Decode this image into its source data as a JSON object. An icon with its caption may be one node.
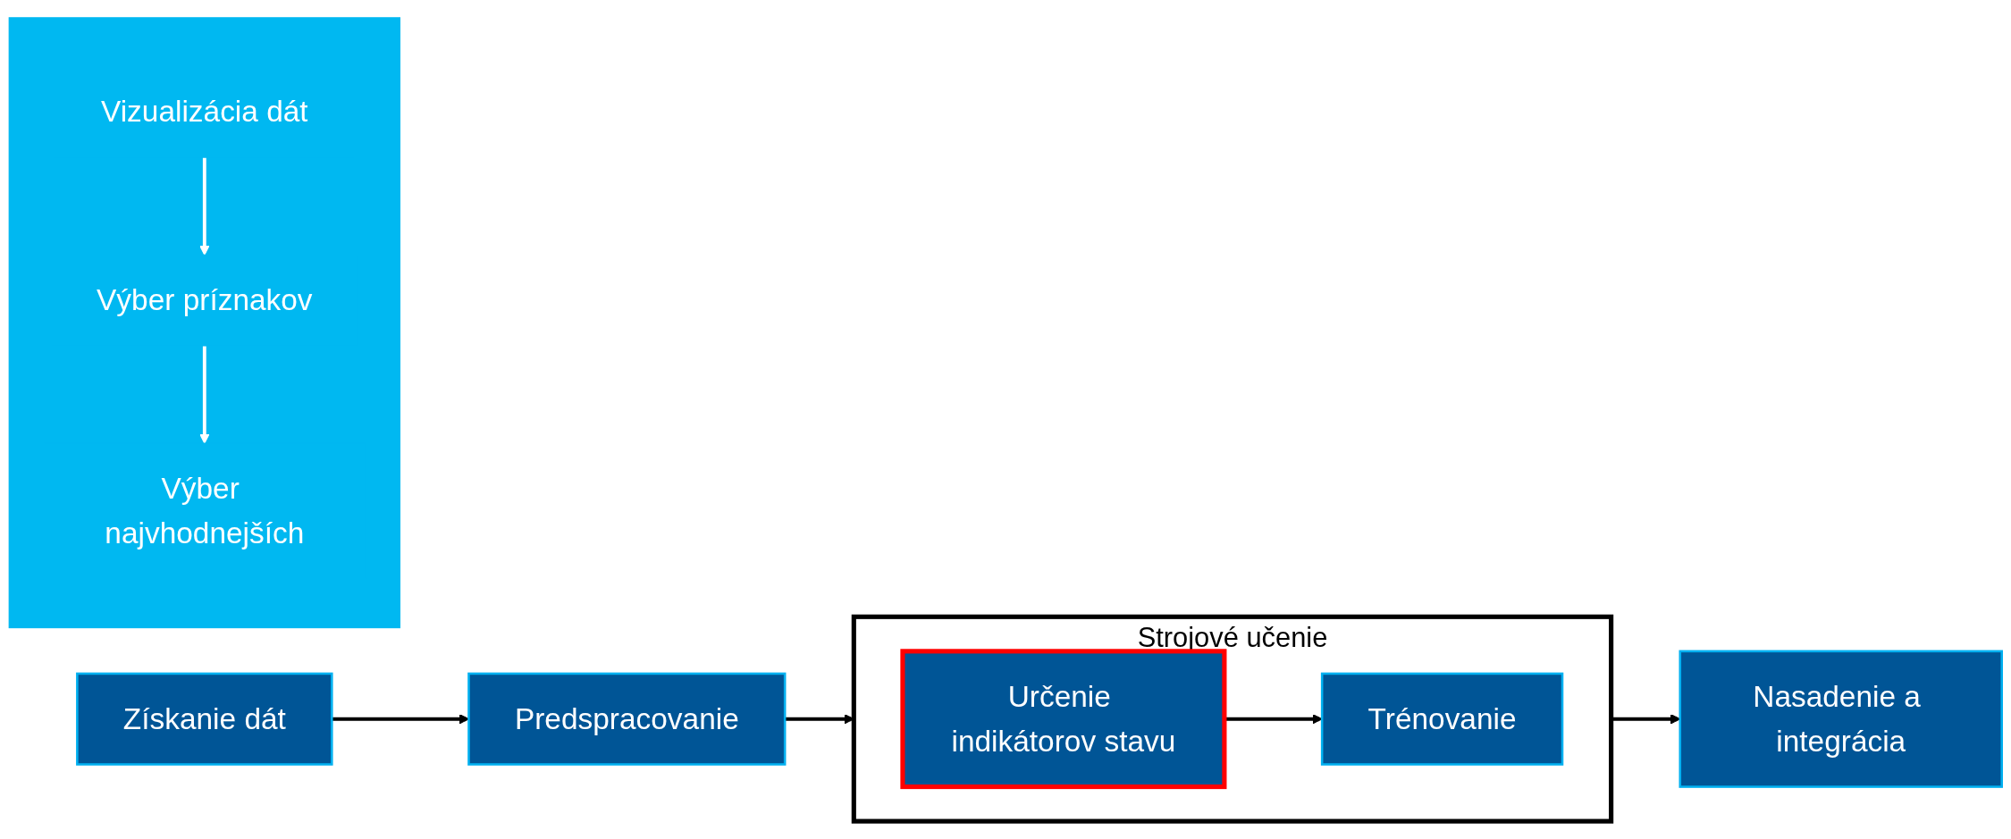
{
  "diagram": {
    "nodes": [
      {
        "text": [
          "Získanie dát"
        ]
      },
      {
        "text": [
          "Predspracovanie"
        ]
      },
      {
        "text": [
          "Strojové učenie"
        ]
      },
      {
        "text": [
          "Určenie indikátorov stavu"
        ],
        "in": 2
      },
      {
        "text": [
          "Trénovanie"
        ],
        "in": 2
      },
      {
        "text": [
          "Nasadenie a integrácia"
        ]
      },
      {
        "text": [],
        "shape": "box"
      },
      {
        "text": [
          "Vizualizácia dát"
        ],
        "in": 6
      },
      {
        "text": [
          "Výber príznakov"
        ],
        "in": 6
      },
      {
        "text": [
          "Výber najvhodnejších"
        ],
        "in": 6
      }
    ],
    "edges": [
      {
        "from": 0,
        "to": 1,
        "arrow": "to"
      },
      {
        "from": 1,
        "to": 2,
        "arrow": "to"
      },
      {
        "from": 3,
        "to": 4,
        "arrow": "to"
      },
      {
        "from": 2,
        "to": 5,
        "arrow": "to"
      },
      {
        "from": 7,
        "to": 8,
        "arrow": "to",
        "color": "#ffffff"
      },
      {
        "from": 8,
        "to": 9,
        "arrow": "to",
        "color": "#ffffff"
      }
    ]
  }
}
